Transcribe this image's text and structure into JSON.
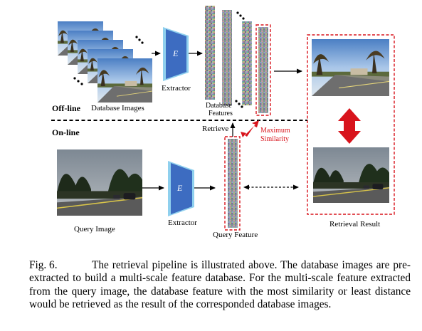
{
  "labels": {
    "offline": "Off-line",
    "online": "On-line",
    "database_images": "Database Images",
    "extractor_top": "Extractor",
    "extractor_bottom": "Extractor",
    "extractor_symbol": "E",
    "database_features_line1": "Database",
    "database_features_line2": "Features",
    "retrieve": "Retrieve",
    "maximum": "Maximum",
    "similarity": "Similarity",
    "query_image": "Query Image",
    "query_feature": "Query Feature",
    "retrieval_result": "Retrieval Result"
  },
  "caption": {
    "fig_label": "Fig. 6.",
    "text": "The retrieval pipeline is illustrated above. The database images are pre-extracted to build a multi-scale feature database. For the multi-scale feature extracted from the query image, the database feature with the most similarity or least distance would be retrieved as the result of the corresponded database images."
  },
  "colors": {
    "highlight_red": "#d8141c",
    "extractor_dark": "#3d6cc1",
    "extractor_light": "#8fd0ee"
  }
}
